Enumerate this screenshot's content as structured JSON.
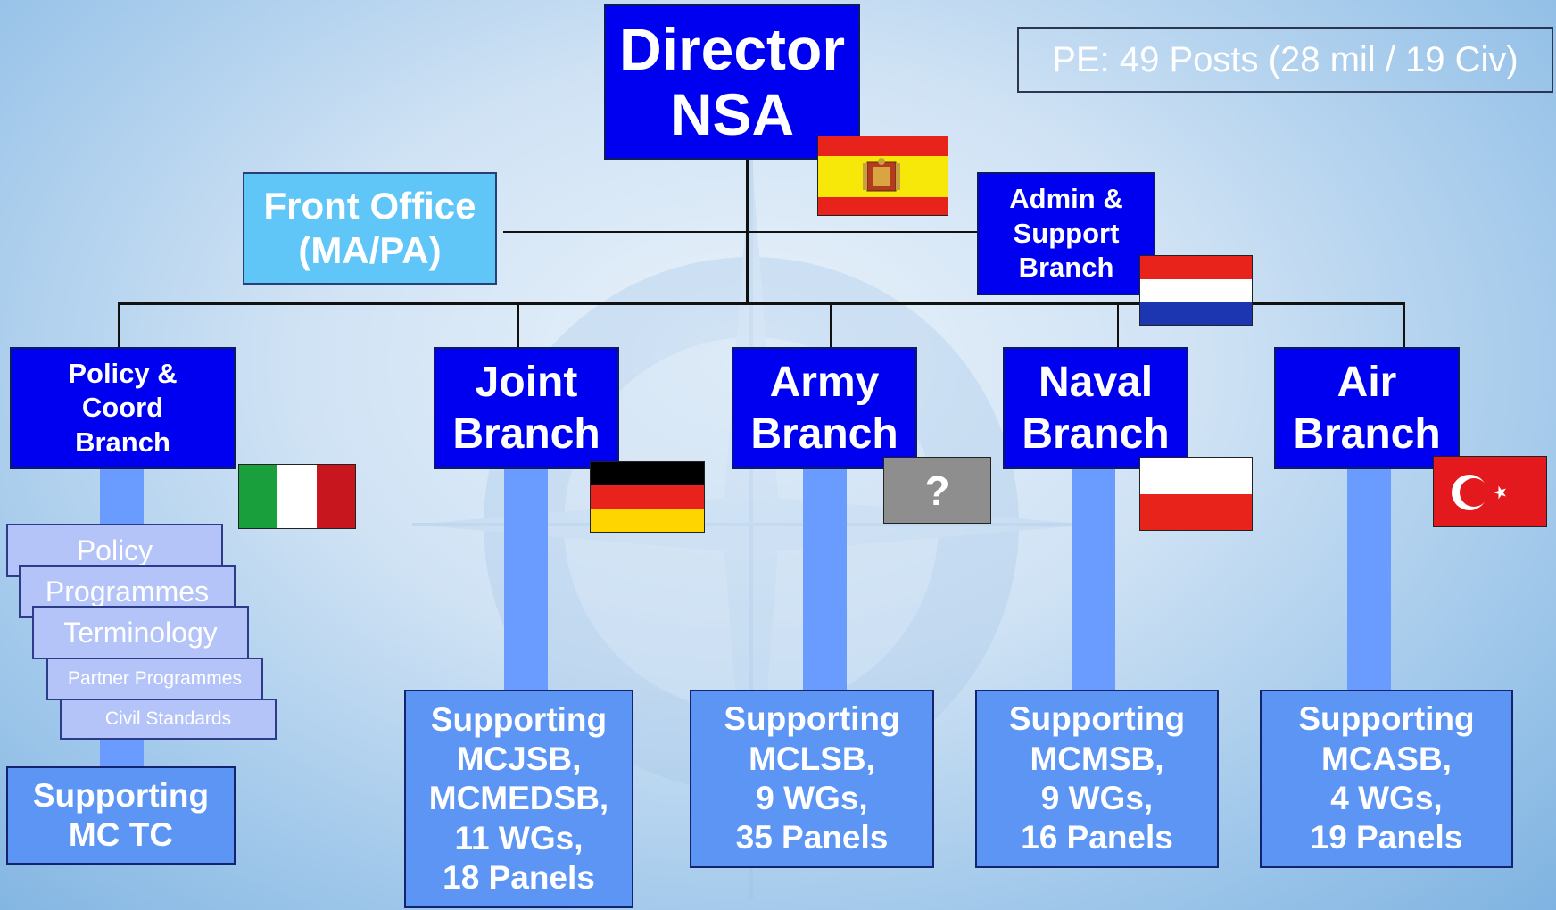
{
  "director": {
    "line1": "Director",
    "line2": "NSA"
  },
  "pe_note": "PE: 49 Posts (28 mil / 19 Civ)",
  "front_office": {
    "line1": "Front Office",
    "line2": "(MA/PA)"
  },
  "admin": {
    "line1": "Admin &",
    "line2": "Support",
    "line3": "Branch"
  },
  "branches": {
    "policy": {
      "line1": "Policy &",
      "line2": "Coord",
      "line3": "Branch"
    },
    "joint": {
      "line1": "Joint",
      "line2": "Branch"
    },
    "army": {
      "line1": "Army",
      "line2": "Branch"
    },
    "naval": {
      "line1": "Naval",
      "line2": "Branch"
    },
    "air": {
      "line1": "Air",
      "line2": "Branch"
    }
  },
  "policy_sections": [
    "Policy",
    "Programmes",
    "Terminology",
    "Partner Programmes",
    "Civil Standards"
  ],
  "supporting": {
    "policy": [
      "Supporting",
      "MC TC"
    ],
    "joint": [
      "Supporting",
      "MCJSB,",
      "MCMEDSB,",
      "11 WGs,",
      "18 Panels"
    ],
    "army": [
      "Supporting",
      "MCLSB,",
      "9 WGs,",
      "35 Panels"
    ],
    "naval": [
      "Supporting",
      "MCMSB,",
      "9 WGs,",
      "16 Panels"
    ],
    "air": [
      "Supporting",
      "MCASB,",
      "4 WGs,",
      "19 Panels"
    ]
  },
  "unknown_flag_mark": "?",
  "colors": {
    "dark_box": "#0000f0",
    "light_box": "#5fc6f7",
    "support_box": "#5c95f3",
    "section_box": "#b4c4f8",
    "stem": "#6a9cff"
  },
  "icons": [
    "spain-flag",
    "netherlands-flag",
    "italy-flag",
    "germany-flag",
    "unknown-flag",
    "poland-flag",
    "turkey-flag",
    "nato-compass-watermark"
  ]
}
